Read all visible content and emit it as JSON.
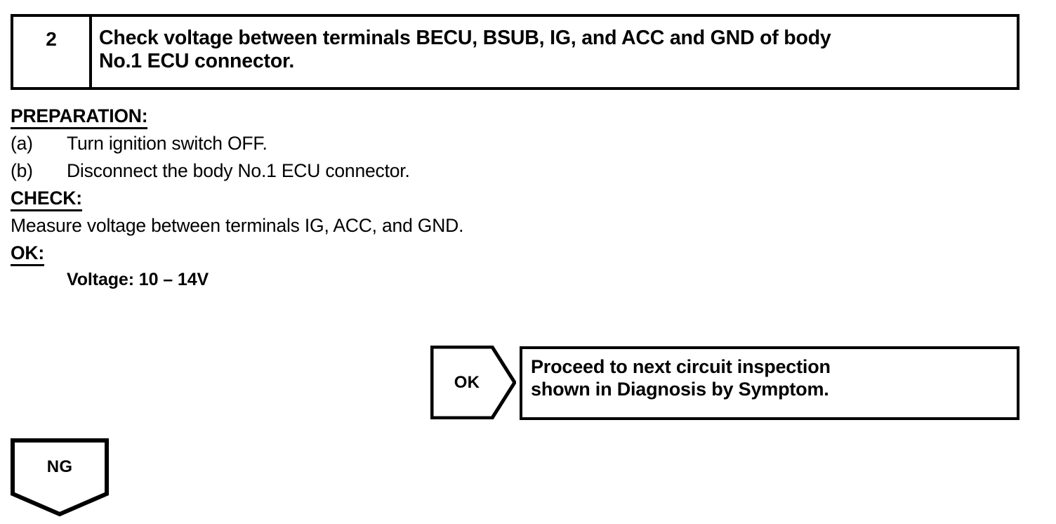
{
  "step": {
    "number": "2",
    "title": "Check voltage between terminals BECU, BSUB, IG, and ACC and GND of body\nNo.1 ECU connector."
  },
  "preparation": {
    "heading": "PREPARATION:",
    "items": [
      {
        "marker": "(a)",
        "text": "Turn ignition switch OFF."
      },
      {
        "marker": "(b)",
        "text": "Disconnect the body No.1 ECU connector."
      }
    ]
  },
  "check": {
    "heading": "CHECK:",
    "text": "Measure voltage between terminals IG, ACC, and GND."
  },
  "ok": {
    "heading": "OK:",
    "value": "Voltage: 10 – 14V"
  },
  "branches": {
    "ok_flag_label": "OK",
    "ok_result_text": "Proceed to next circuit inspection\nshown in Diagnosis by Symptom.",
    "ng_flag_label": "NG"
  },
  "colors": {
    "ink": "#000000",
    "paper": "#ffffff"
  }
}
